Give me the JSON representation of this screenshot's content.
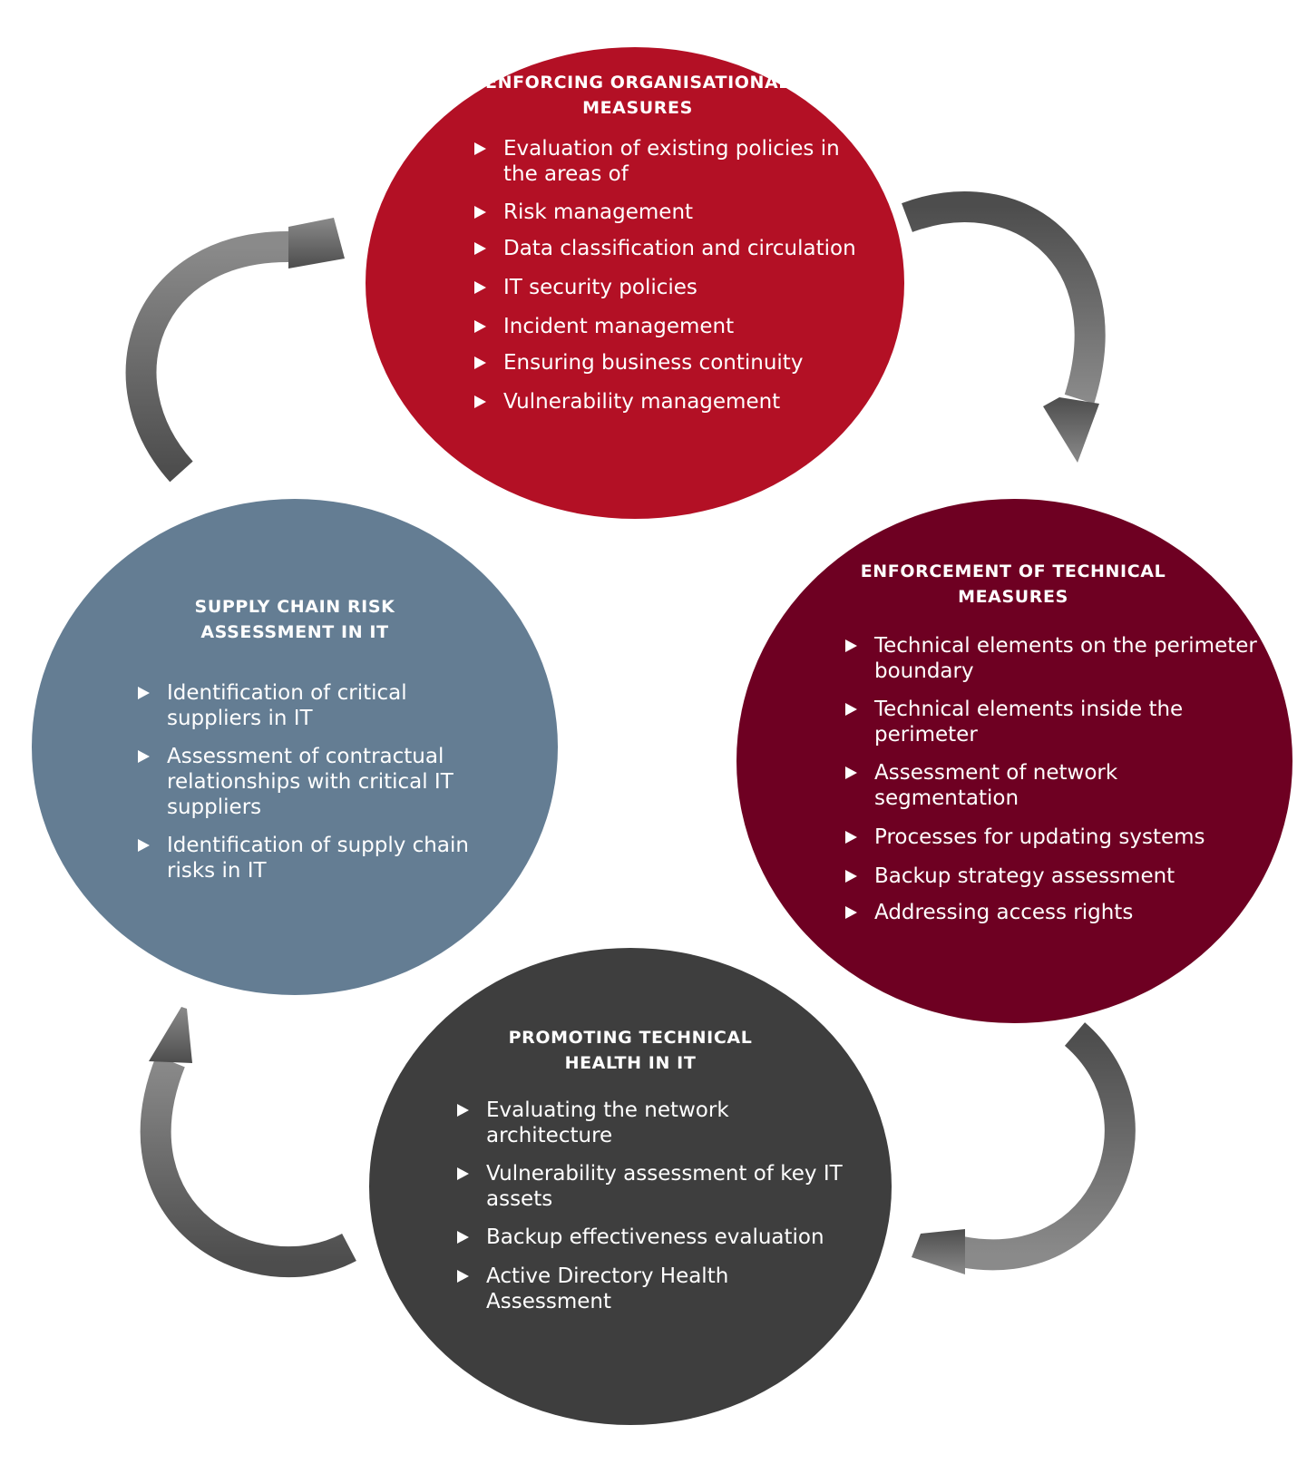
{
  "colors": {
    "org": "#b31025",
    "tech": "#6e0022",
    "supply": "#647d93",
    "health": "#3e3e3e",
    "arrow": "#6e6e6e"
  },
  "org": {
    "title": "ENFORCING ORGANISATIONAL\nMEASURES",
    "items": [
      "Evaluation of existing policies in the areas of",
      "Risk management",
      "Data classification and circulation",
      "IT security policies",
      "Incident management",
      "Ensuring business continuity",
      "Vulnerability management"
    ]
  },
  "tech": {
    "title": "ENFORCEMENT OF TECHNICAL\nMEASURES",
    "items": [
      "Technical elements on the perimeter boundary",
      "Technical elements inside the perimeter",
      "Assessment of network segmentation",
      "Processes for updating systems",
      "Backup strategy assessment",
      "Addressing access rights"
    ]
  },
  "supply": {
    "title": "SUPPLY CHAIN RISK\nASSESSMENT IN IT",
    "items": [
      "Identification of critical suppliers in IT",
      "Assessment of contractual relationships with critical IT suppliers",
      "Identification of supply chain risks in IT"
    ]
  },
  "health": {
    "title": "PROMOTING TECHNICAL\nHEALTH IN IT",
    "items": [
      "Evaluating the network architecture",
      "Vulnerability assessment of key IT assets",
      "Backup effectiveness evaluation",
      "Active Directory Health Assessment"
    ]
  }
}
